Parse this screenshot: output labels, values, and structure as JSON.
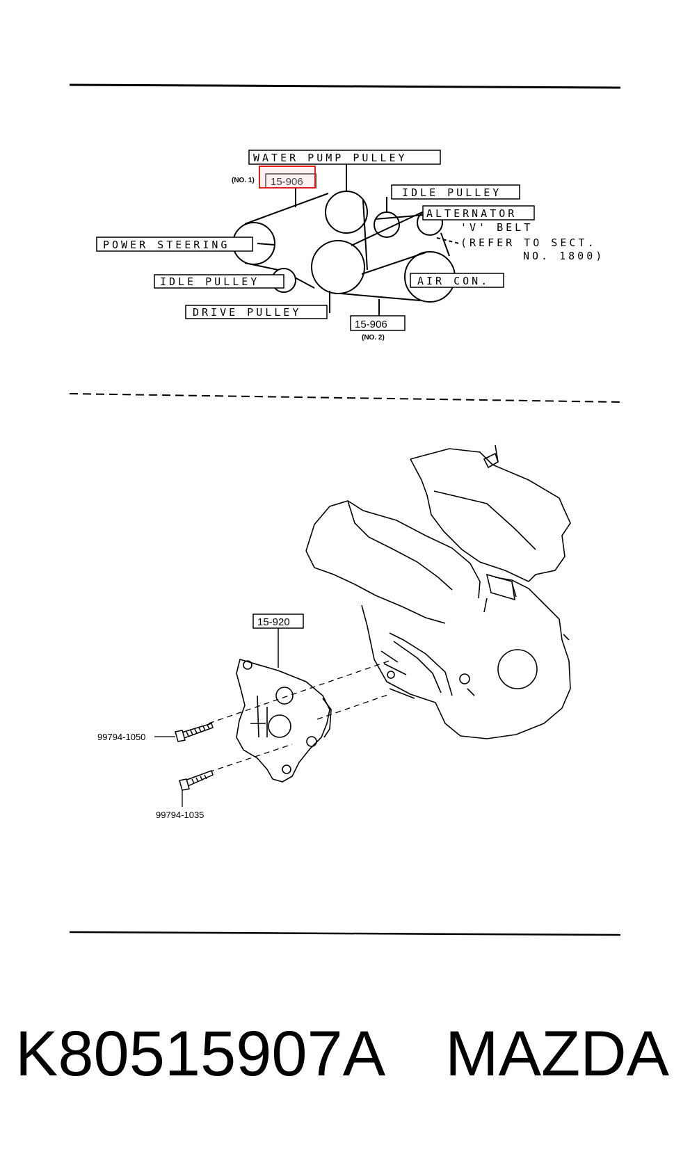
{
  "belt_diagram": {
    "labels": {
      "water_pump_pulley": "WATER PUMP PULLEY",
      "idle_pulley_top": "IDLE PULLEY",
      "alternator": "ALTERNATOR",
      "v_belt": "'V' BELT",
      "refer_line1": "(REFER TO SECT.",
      "refer_line2": "NO. 1800)",
      "power_steering": "POWER STEERING",
      "idle_pulley_bottom": "IDLE PULLEY",
      "air_con": "AIR CON.",
      "drive_pulley": "DRIVE PULLEY"
    },
    "callout_no1": {
      "prefix": "(NO. 1)",
      "part": "15-906"
    },
    "callout_no2": {
      "part": "15-906",
      "suffix": "(NO. 2)"
    },
    "highlight_color": "#e0201c"
  },
  "engine_diagram": {
    "bracket_part": "15-920",
    "bolt_1": "99794-1050",
    "bolt_2": "99794-1035"
  },
  "footer": {
    "part_number": "K80515907A",
    "brand": "MAZDA"
  }
}
